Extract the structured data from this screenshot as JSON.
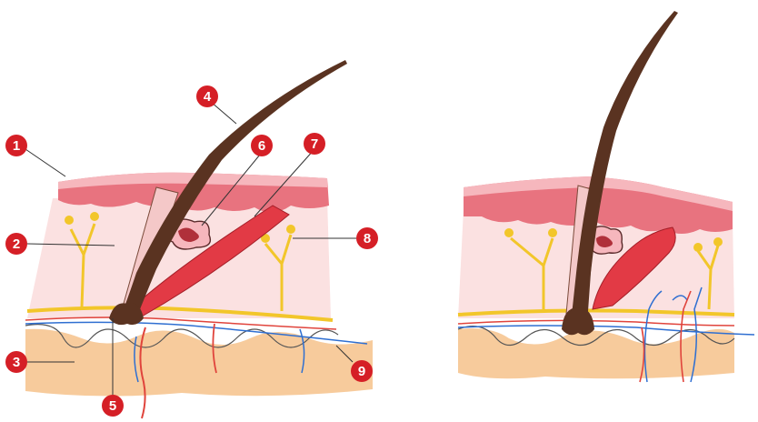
{
  "figure": {
    "markers": [
      {
        "id": "1",
        "label": "1"
      },
      {
        "id": "2",
        "label": "2"
      },
      {
        "id": "3",
        "label": "3"
      },
      {
        "id": "4",
        "label": "4"
      },
      {
        "id": "5",
        "label": "5"
      },
      {
        "id": "6",
        "label": "6"
      },
      {
        "id": "7",
        "label": "7"
      },
      {
        "id": "8",
        "label": "8"
      },
      {
        "id": "9",
        "label": "9"
      }
    ]
  },
  "colors": {
    "epidermis": "#e8737f",
    "epidermis_light": "#f6b7bd",
    "dermis": "#fbe1e1",
    "subcutis": "#f6c28b",
    "hair": "#5a3321",
    "muscle": "#e23a45",
    "nerve": "#f2c62a",
    "artery": "#e0443c",
    "vein": "#2f6fd1",
    "marker": "#d51f26"
  }
}
